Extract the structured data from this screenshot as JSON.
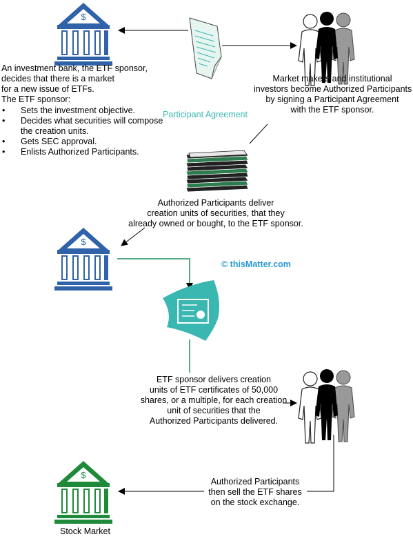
{
  "sponsor_text": {
    "line1": "An investment bank, the ETF sponsor,",
    "line2": "decides that there is a market",
    "line3": "for a new issue of ETFs.",
    "line4": "The ETF sponsor:"
  },
  "sponsor_bullets": [
    {
      "line1": "Sets the investment objective.",
      "line2": ""
    },
    {
      "line1": "Decides what securities will compose",
      "line2": "the creation units."
    },
    {
      "line1": "Gets SEC approval.",
      "line2": ""
    },
    {
      "line1": "Enlists Authorized Participants.",
      "line2": ""
    }
  ],
  "bullet_glyph": "•",
  "participants_text": {
    "line1": "Market makers and institutional",
    "line2": "investors become Authorized Participants",
    "line3": "by signing a Participant Agreement",
    "line4": "with the ETF sponsor."
  },
  "agreement_label": "Participant Agreement",
  "deliver_text": {
    "line1": "Authorized Participants deliver",
    "line2": "creation units of securities, that they",
    "line3": "already owned or bought, to the ETF sponsor."
  },
  "copyright": "© thisMatter.com",
  "certificates_text": {
    "line1": "ETF sponsor delivers creation",
    "line2": "units of ETF certificates of 50,000",
    "line3": "shares, or a multiple, for each creation",
    "line4": "unit of securities that the",
    "line5": "Authorized Participants delivered."
  },
  "sell_text": {
    "line1": "Authorized Participants",
    "line2": "then sell the ETF shares",
    "line3": "on the stock exchange."
  },
  "stock_market_label": "Stock Market",
  "bank_symbol": "$",
  "colors": {
    "bank_blue": "#2f62a8",
    "bank_green": "#1f8a3a",
    "teal": "#3ab7b0",
    "teal_dark": "#2aa79f",
    "certificate_line": "#1a8f5c",
    "copyright_blue": "#2a9ad3"
  },
  "icons": [
    "bank-icon",
    "document-icon",
    "people-icon",
    "paper-stack-icon",
    "certificate-icon"
  ]
}
